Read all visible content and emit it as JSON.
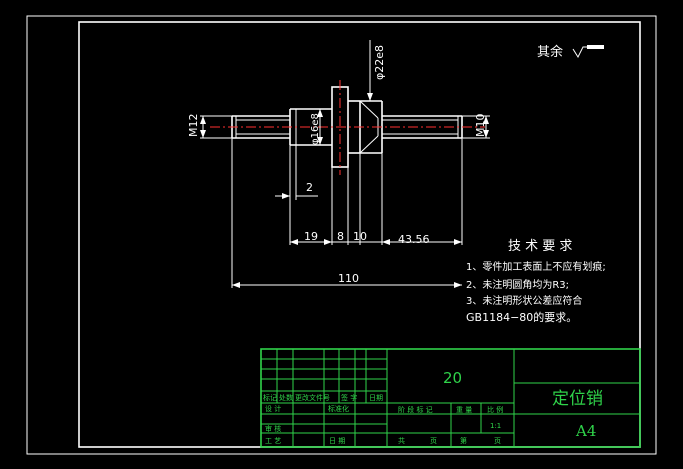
{
  "surface_finish": {
    "label": "其余"
  },
  "dimensions": {
    "d22": "φ22e8",
    "d16": "φ16e8",
    "m12": "M12",
    "m10": "M10",
    "two": "2",
    "len19": "19",
    "len8": "8",
    "len10": "10",
    "len4356": "43.56",
    "len110": "110"
  },
  "tech_requirements": {
    "title": "技 术 要 求",
    "lines": [
      "1、零件加工表面上不应有划痕;",
      "2、未注明圆角均为R3;",
      "3、未注明形状公差应符合",
      "GB1184−80的要求。"
    ]
  },
  "title_block": {
    "quantity": "20",
    "part_name": "定位销",
    "sheet_size": "A4",
    "labels": {
      "mark": "标记",
      "zones": "处数",
      "change_doc": "更改文件号",
      "signature": "签 字",
      "date": "日期",
      "design": "设 计",
      "standardize": "标准化",
      "review": "审 核",
      "process": "工 艺",
      "date2": "日 期",
      "stage_mark": "阶 段 标 记",
      "weight": "重 量",
      "ratio": "比 例",
      "scale": "1:1",
      "total": "共",
      "sheet": "页",
      "no": "第",
      "sheet2": "页"
    }
  },
  "colors": {
    "background": "#000000",
    "outline": "#ffffff",
    "titleblock": "#2fd34a",
    "centerline": "#ff3030"
  }
}
